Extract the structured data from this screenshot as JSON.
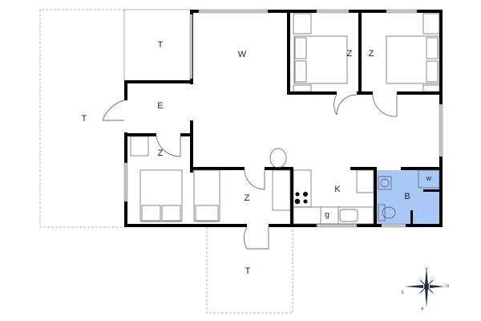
{
  "rooms": {
    "terrace_top": "T",
    "living": "W",
    "bedroom_1": "Z",
    "bedroom_2": "Z",
    "terrace_left": "T",
    "entrance": "E",
    "bedroom_3": "Z",
    "bedroom_4": "Z",
    "kitchen": "K",
    "kitchen_g": "g",
    "bathroom": "B",
    "bathroom_w": "w",
    "terrace_bottom": "T"
  },
  "compass": {
    "top": "V",
    "right": "N",
    "left": "S",
    "bottom": "ø"
  },
  "colors": {
    "wall": "#000000",
    "window": "#b0b0b0",
    "bathroom": "#a9c8f5",
    "compass": "#1c2a4a"
  }
}
